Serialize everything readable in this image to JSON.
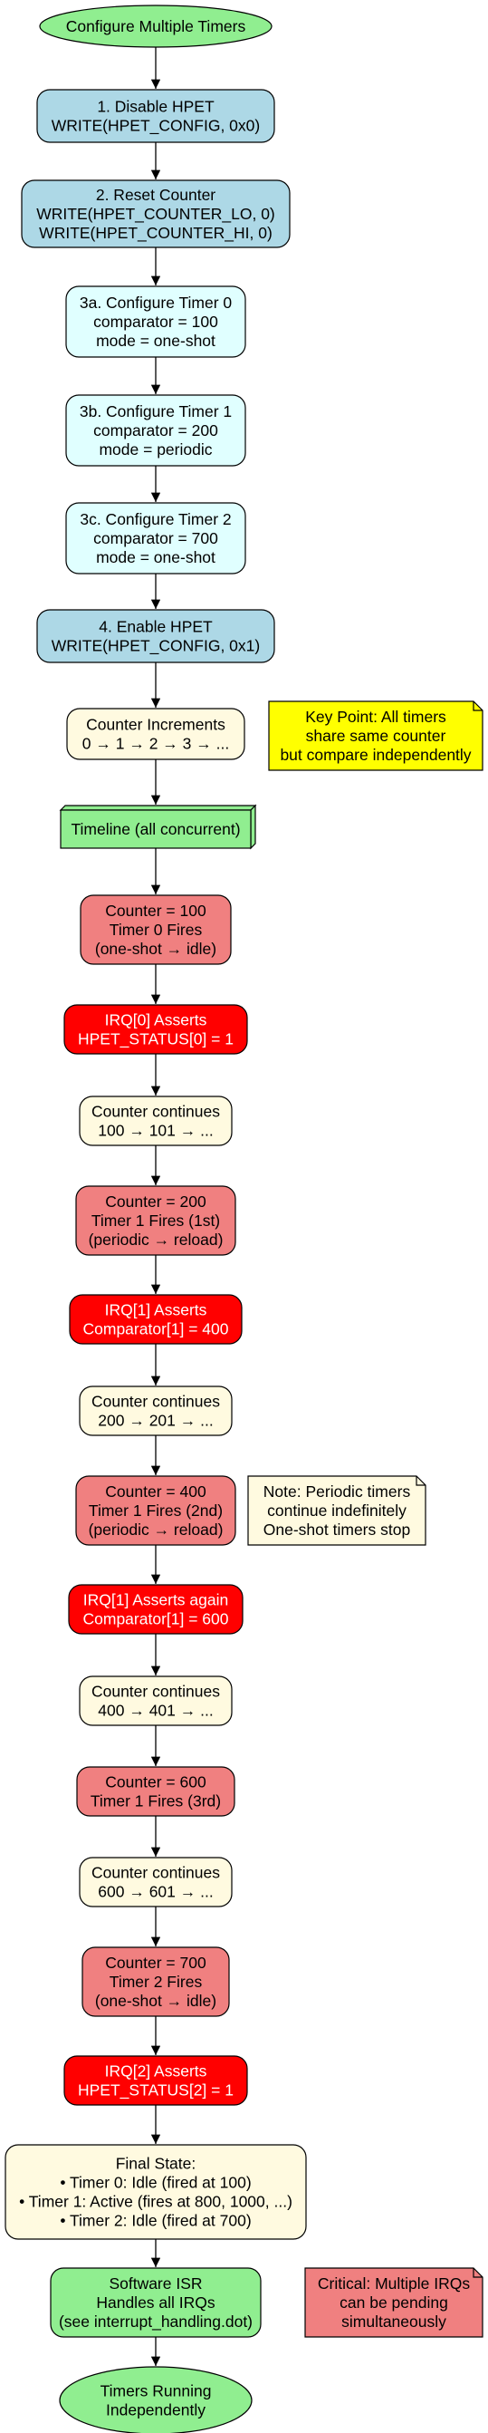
{
  "nodes": {
    "start": [
      "Configure Multiple Timers"
    ],
    "disable": [
      "1. Disable HPET",
      "WRITE(HPET_CONFIG, 0x0)"
    ],
    "reset": [
      "2. Reset Counter",
      "WRITE(HPET_COUNTER_LO, 0)",
      "WRITE(HPET_COUNTER_HI, 0)"
    ],
    "t0": [
      "3a. Configure Timer 0",
      "comparator = 100",
      "mode = one-shot"
    ],
    "t1": [
      "3b. Configure Timer 1",
      "comparator = 200",
      "mode = periodic"
    ],
    "t2": [
      "3c. Configure Timer 2",
      "comparator = 700",
      "mode = one-shot"
    ],
    "enable": [
      "4. Enable HPET",
      "WRITE(HPET_CONFIG, 0x1)"
    ],
    "inc": [
      "Counter Increments",
      "0 → 1 → 2 → 3 → ..."
    ],
    "timeline": [
      "Timeline (all concurrent)"
    ],
    "f100": [
      "Counter = 100",
      "Timer 0 Fires",
      "(one-shot → idle)"
    ],
    "irq0": [
      "IRQ[0] Asserts",
      "HPET_STATUS[0] = 1"
    ],
    "c100": [
      "Counter continues",
      "100 → 101 → ..."
    ],
    "f200": [
      "Counter = 200",
      "Timer 1 Fires (1st)",
      "(periodic → reload)"
    ],
    "irq1a": [
      "IRQ[1] Asserts",
      "Comparator[1] = 400"
    ],
    "c200": [
      "Counter continues",
      "200 → 201 → ..."
    ],
    "f400": [
      "Counter = 400",
      "Timer 1 Fires (2nd)",
      "(periodic → reload)"
    ],
    "irq1b": [
      "IRQ[1] Asserts again",
      "Comparator[1] = 600"
    ],
    "c400": [
      "Counter continues",
      "400 → 401 → ..."
    ],
    "f600": [
      "Counter = 600",
      "Timer 1 Fires (3rd)"
    ],
    "c600": [
      "Counter continues",
      "600 → 601 → ..."
    ],
    "f700": [
      "Counter = 700",
      "Timer 2 Fires",
      "(one-shot → idle)"
    ],
    "irq2": [
      "IRQ[2] Asserts",
      "HPET_STATUS[2] = 1"
    ],
    "final": [
      "Final State:",
      "• Timer 0: Idle (fired at 100)",
      "• Timer 1: Active (fires at 800, 1000, ...)",
      "• Timer 2: Idle (fired at 700)"
    ],
    "isr": [
      "Software ISR",
      "Handles all IRQs",
      "(see interrupt_handling.dot)"
    ],
    "end": [
      "Timers Running",
      "Independently"
    ]
  },
  "notes": {
    "keypoint": [
      "Key Point: All timers",
      "share same counter",
      "but compare independently"
    ],
    "periodic": [
      "Note: Periodic timers",
      "continue indefinitely",
      "One-shot timers stop"
    ],
    "critical": [
      "Critical: Multiple IRQs",
      "can be pending",
      "simultaneously"
    ]
  },
  "colors": {
    "terminal": "#90ee90",
    "hpet_step": "#add8e6",
    "config": "#e0ffff",
    "counter": "#fffae0",
    "fire": "#f08080",
    "irq": "#ff0000",
    "keynote": "#ffff00",
    "note": "#fffae0",
    "critical": "#f08080",
    "timeline": "#90ee90"
  }
}
